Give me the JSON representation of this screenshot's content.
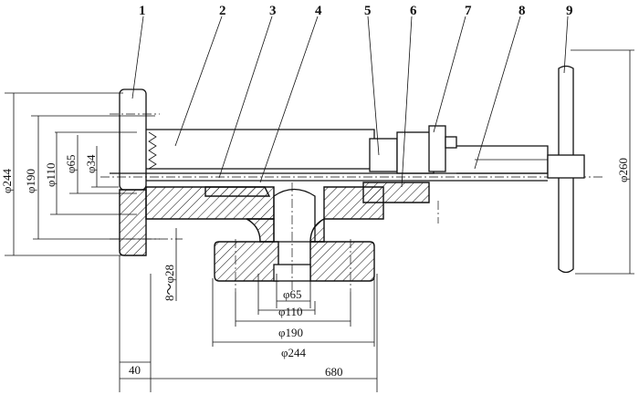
{
  "part_numbers": [
    "1",
    "2",
    "3",
    "4",
    "5",
    "6",
    "7",
    "8",
    "9"
  ],
  "left_dimensions": {
    "d244": "φ244",
    "d190": "φ190",
    "d110": "φ110",
    "d65": "φ65",
    "d34": "φ34"
  },
  "bolt_holes": "8～φ28",
  "right_dimension": "φ260",
  "bottom_dimensions": {
    "d65": "φ65",
    "d110": "φ110",
    "d190": "φ190",
    "d244": "φ244"
  },
  "length_dimensions": {
    "offset": "40",
    "total": "680"
  }
}
